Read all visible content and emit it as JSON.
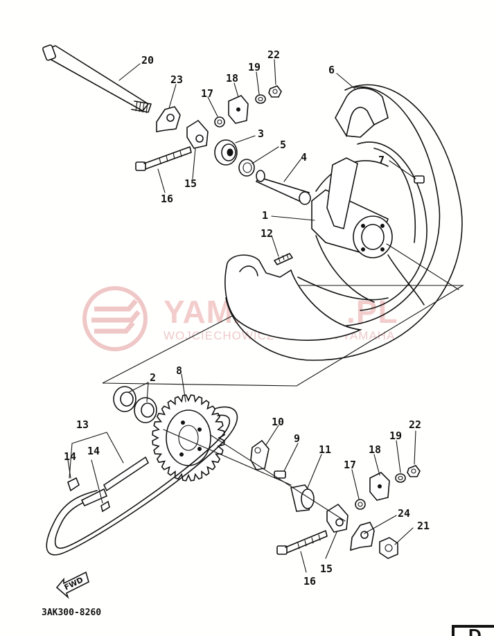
{
  "diagram": {
    "code": "3AK300-8260",
    "fwd_label": "FWD",
    "watermark_title": "YAMA-S",
    "watermark_title_tail": ".PL",
    "watermark_sub": "WOJCIECHOWICZ - DEALER YAMAHA",
    "corner_letter": "D"
  },
  "callouts": [
    {
      "id": "c20",
      "label": "20"
    },
    {
      "id": "c23",
      "label": "23"
    },
    {
      "id": "c18a",
      "label": "18"
    },
    {
      "id": "c19a",
      "label": "19"
    },
    {
      "id": "c22a",
      "label": "22"
    },
    {
      "id": "c17a",
      "label": "17"
    },
    {
      "id": "c3",
      "label": "3"
    },
    {
      "id": "c5",
      "label": "5"
    },
    {
      "id": "c4",
      "label": "4"
    },
    {
      "id": "c6",
      "label": "6"
    },
    {
      "id": "c7",
      "label": "7"
    },
    {
      "id": "c1",
      "label": "1"
    },
    {
      "id": "c12",
      "label": "12"
    },
    {
      "id": "c15a",
      "label": "15"
    },
    {
      "id": "c16a",
      "label": "16"
    },
    {
      "id": "c2",
      "label": "2"
    },
    {
      "id": "c8",
      "label": "8"
    },
    {
      "id": "c13",
      "label": "13"
    },
    {
      "id": "c14a",
      "label": "14"
    },
    {
      "id": "c14b",
      "label": "14"
    },
    {
      "id": "c10",
      "label": "10"
    },
    {
      "id": "c9",
      "label": "9"
    },
    {
      "id": "c11",
      "label": "11"
    },
    {
      "id": "c17b",
      "label": "17"
    },
    {
      "id": "c18b",
      "label": "18"
    },
    {
      "id": "c19b",
      "label": "19"
    },
    {
      "id": "c22b",
      "label": "22"
    },
    {
      "id": "c24",
      "label": "24"
    },
    {
      "id": "c21",
      "label": "21"
    },
    {
      "id": "c15b",
      "label": "15"
    },
    {
      "id": "c16b",
      "label": "16"
    }
  ]
}
